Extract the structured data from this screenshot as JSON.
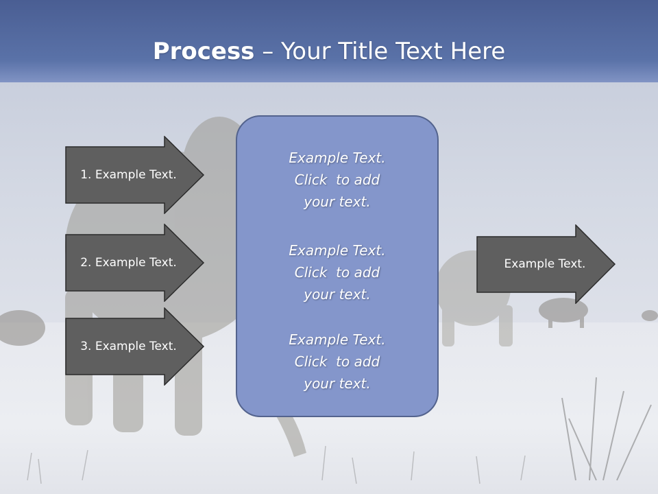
{
  "title": {
    "bold": "Process",
    "rest": " – Your Title Text Here"
  },
  "left_arrows": [
    {
      "label": "1. Example Text."
    },
    {
      "label": "2. Example Text."
    },
    {
      "label": "3. Example Text."
    }
  ],
  "center_box": {
    "blocks": [
      {
        "lines": [
          "Example Text.",
          "Click  to add",
          "your text."
        ]
      },
      {
        "lines": [
          "Example Text.",
          "Click  to add",
          "your text."
        ]
      },
      {
        "lines": [
          "Example Text.",
          "Click  to add",
          "your text."
        ]
      }
    ]
  },
  "right_arrow": {
    "label": "Example Text."
  },
  "colors": {
    "arrow_fill": "#5f5f5f",
    "arrow_stroke": "#2a2a2a",
    "box_fill": "#8496cb",
    "box_border": "#53638d",
    "title_band": "#4a5e93"
  }
}
